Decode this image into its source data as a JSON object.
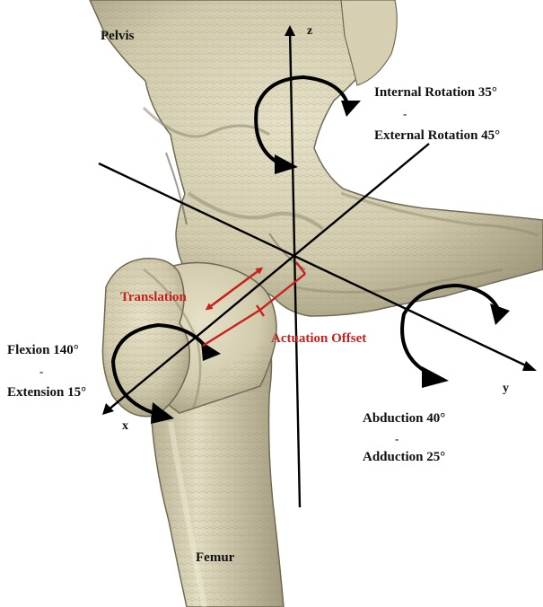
{
  "labels": {
    "pelvis": "Pelvis",
    "femur": "Femur",
    "axis_x": "x",
    "axis_y": "y",
    "axis_z": "z",
    "internal_rotation": "Internal Rotation 35°",
    "external_rotation": "External Rotation 45°",
    "flexion": "Flexion 140°",
    "extension": "Extension 15°",
    "abduction": "Abduction  40°",
    "adduction": "Adduction  25°",
    "translation": "Translation",
    "actuation_offset": "Actuation Offset",
    "range_separator": "-"
  },
  "colors": {
    "bone": "#d8d2b6",
    "bone_shadow": "#9b9478",
    "bone_outline": "#6f6a55",
    "axis": "#000000",
    "red_annotation": "#c8201c",
    "text": "#111111"
  }
}
